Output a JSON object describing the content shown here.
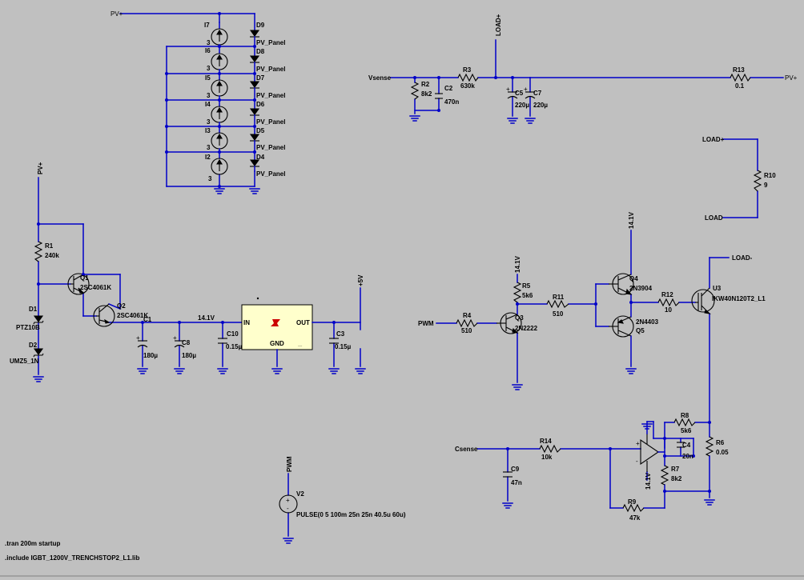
{
  "nets": {
    "pv_top": "PV+",
    "pv_left": "PV+",
    "pv_right": "PV+",
    "load_plus_top": "LOAD+",
    "load_plus_r10": "LOAD+",
    "load_r10": "LOAD",
    "load_minus": "LOAD-",
    "vsense": "Vsense",
    "csense": "Csense",
    "pwm_in": "PWM",
    "pwm_src": "PWM",
    "v5": "+5V",
    "v141_reg": "14.1V",
    "v141_q3": "14.1V",
    "v141_q4": "14.1V",
    "v141_op": "14.1V"
  },
  "panel": {
    "current_sources": [
      {
        "ref": "I7",
        "val": "3"
      },
      {
        "ref": "I6",
        "val": "3"
      },
      {
        "ref": "I5",
        "val": "3"
      },
      {
        "ref": "I4",
        "val": "3"
      },
      {
        "ref": "I3",
        "val": "3"
      },
      {
        "ref": "I2",
        "val": "3"
      }
    ],
    "diodes": [
      {
        "ref": "D9",
        "val": "PV_Panel"
      },
      {
        "ref": "D8",
        "val": "PV_Panel"
      },
      {
        "ref": "D7",
        "val": "PV_Panel"
      },
      {
        "ref": "D6",
        "val": "PV_Panel"
      },
      {
        "ref": "D5",
        "val": "PV_Panel"
      },
      {
        "ref": "D4",
        "val": "PV_Panel"
      }
    ]
  },
  "parts": {
    "R1": {
      "ref": "R1",
      "val": "240k"
    },
    "R2": {
      "ref": "R2",
      "val": "8k2"
    },
    "R3": {
      "ref": "R3",
      "val": "630k"
    },
    "R4": {
      "ref": "R4",
      "val": "510"
    },
    "R5": {
      "ref": "R5",
      "val": "5k6"
    },
    "R6": {
      "ref": "R6",
      "val": "0.05"
    },
    "R7": {
      "ref": "R7",
      "val": "8k2"
    },
    "R8": {
      "ref": "R8",
      "val": "5k6"
    },
    "R9": {
      "ref": "R9",
      "val": "47k"
    },
    "R10": {
      "ref": "R10",
      "val": "9"
    },
    "R11": {
      "ref": "R11",
      "val": "510"
    },
    "R12": {
      "ref": "R12",
      "val": "10"
    },
    "R13": {
      "ref": "R13",
      "val": "0.1"
    },
    "R14": {
      "ref": "R14",
      "val": "10k"
    },
    "C1": {
      "ref": "C1",
      "val": "180µ"
    },
    "C2": {
      "ref": "C2",
      "val": "470n"
    },
    "C3": {
      "ref": "C3",
      "val": "0.15µ"
    },
    "C4": {
      "ref": "C4",
      "val": "20n"
    },
    "C5": {
      "ref": "C5",
      "val": "220µ"
    },
    "C7": {
      "ref": "C7",
      "val": "220µ"
    },
    "C8": {
      "ref": "C8",
      "val": "180µ"
    },
    "C9": {
      "ref": "C9",
      "val": "47n"
    },
    "C10": {
      "ref": "C10",
      "val": "0.15µ"
    },
    "D1": {
      "ref": "D1",
      "val": "PTZ10B"
    },
    "D2": {
      "ref": "D2",
      "val": "UMZ5_1N"
    },
    "Q1": {
      "ref": "Q1",
      "val": "2SC4061K"
    },
    "Q2": {
      "ref": "Q2",
      "val": "2SC4061K"
    },
    "Q3": {
      "ref": "Q3",
      "val": "2N2222"
    },
    "Q4": {
      "ref": "Q4",
      "val": "2N3904"
    },
    "Q5": {
      "ref": "Q5",
      "val": "2N4403"
    },
    "U3": {
      "ref": "U3",
      "val": "IKW40N120T2_L1"
    },
    "V2": {
      "ref": "V2",
      "val": "PULSE(0 5 100m 25n 25n 40.5u 60u)"
    }
  },
  "regulator": {
    "in": "IN",
    "out": "OUT",
    "gnd": "GND"
  },
  "directives": [
    ".tran 200m startup",
    ".include IGBT_1200V_TRENCHSTOP2_L1.lib"
  ]
}
